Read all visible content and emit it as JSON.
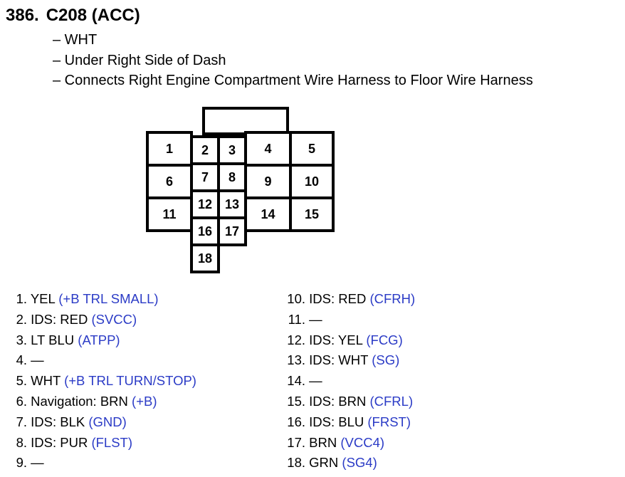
{
  "header": {
    "number": "386.",
    "connector": "C208 (ACC)"
  },
  "details": [
    "– WHT",
    "– Under Right Side of Dash",
    "– Connects Right Engine Compartment Wire Harness to Floor Wire Harness"
  ],
  "pins": {
    "p1": "1",
    "p2": "2",
    "p3": "3",
    "p4": "4",
    "p5": "5",
    "p6": "6",
    "p7": "7",
    "p8": "8",
    "p9": "9",
    "p10": "10",
    "p11": "11",
    "p12": "12",
    "p13": "13",
    "p14": "14",
    "p15": "15",
    "p16": "16",
    "p17": "17",
    "p18": "18"
  },
  "left_list": [
    {
      "num": "1.",
      "wire": "YEL",
      "signal": "(+B TRL SMALL)"
    },
    {
      "num": "2.",
      "wire": "IDS: RED",
      "signal": "(SVCC)"
    },
    {
      "num": "3.",
      "wire": "LT BLU",
      "signal": "(ATPP)"
    },
    {
      "num": "4.",
      "wire": "—",
      "signal": ""
    },
    {
      "num": "5.",
      "wire": "WHT",
      "signal": "(+B TRL TURN/STOP)"
    },
    {
      "num": "6.",
      "wire": "Navigation: BRN",
      "signal": "(+B)"
    },
    {
      "num": "7.",
      "wire": "IDS: BLK",
      "signal": "(GND)"
    },
    {
      "num": "8.",
      "wire": "IDS: PUR",
      "signal": "(FLST)"
    },
    {
      "num": "9.",
      "wire": "—",
      "signal": ""
    }
  ],
  "right_list": [
    {
      "num": "10.",
      "wire": "IDS: RED",
      "signal": "(CFRH)"
    },
    {
      "num": "11.",
      "wire": "—",
      "signal": ""
    },
    {
      "num": "12.",
      "wire": "IDS: YEL",
      "signal": "(FCG)"
    },
    {
      "num": "13.",
      "wire": "IDS: WHT",
      "signal": "(SG)"
    },
    {
      "num": "14.",
      "wire": "—",
      "signal": ""
    },
    {
      "num": "15.",
      "wire": "IDS: BRN",
      "signal": "(CFRL)"
    },
    {
      "num": "16.",
      "wire": "IDS: BLU",
      "signal": "(FRST)"
    },
    {
      "num": "17.",
      "wire": "BRN",
      "signal": "(VCC4)"
    },
    {
      "num": "18.",
      "wire": "GRN",
      "signal": "(SG4)"
    }
  ],
  "colors": {
    "signal_text": "#2b3bc6"
  }
}
